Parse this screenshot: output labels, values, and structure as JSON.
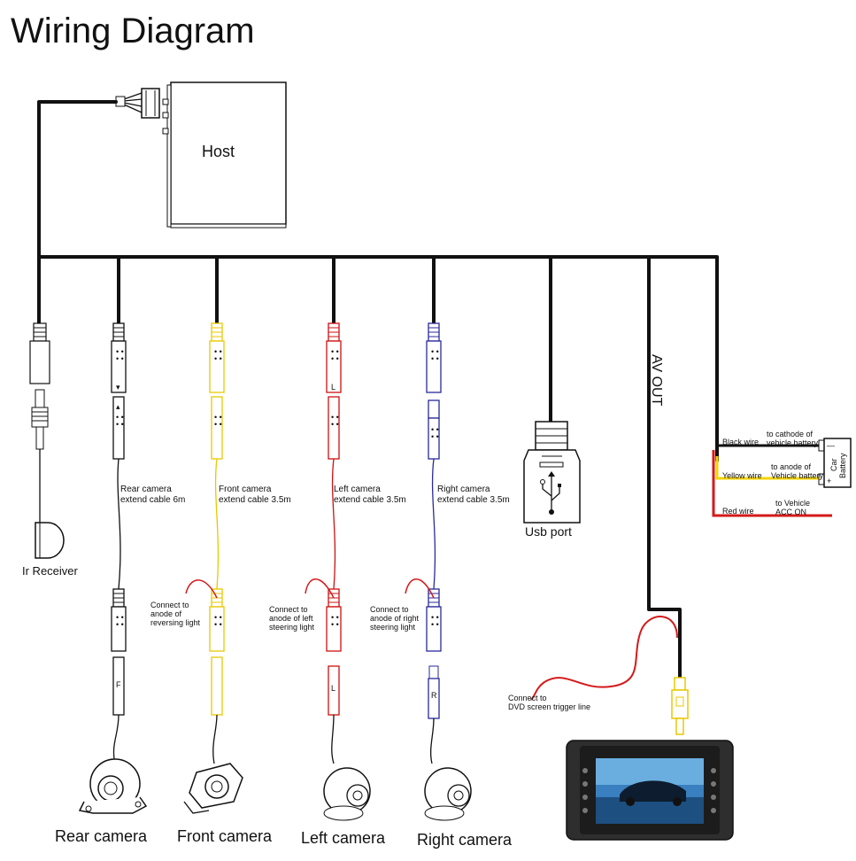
{
  "title": "Wiring Diagram",
  "host": {
    "label": "Host"
  },
  "av_out": "AV OUT",
  "ir_receiver": "Ir Receiver",
  "usb_port": "Usb port",
  "cables": [
    {
      "line1": "Rear camera",
      "line2": "extend cable 6m",
      "plug_letter": "F",
      "color": "#111111"
    },
    {
      "line1": "Front camera",
      "line2": "extend cable 3.5m",
      "plug_letter": "",
      "color": "#e8c800"
    },
    {
      "line1": "Left camera",
      "line2": "extend cable 3.5m",
      "plug_letter": "L",
      "color": "#cc1111"
    },
    {
      "line1": "Right camera",
      "line2": "extend cable 3.5m",
      "plug_letter": "R",
      "color": "#2a2a9a"
    }
  ],
  "notes": {
    "front": [
      "Connect to",
      "anode of",
      "reversing light"
    ],
    "left": [
      "Connect to",
      "anode of left",
      "steering  light"
    ],
    "right": [
      "Connect to",
      "anode of right",
      "steering light"
    ],
    "dvd": [
      "Connect to",
      "DVD screen trigger line"
    ]
  },
  "cameras": [
    "Rear camera",
    "Front camera",
    "Left camera",
    "Right camera"
  ],
  "power": {
    "black_wire": "Black wire",
    "black_note": [
      "to cathode of",
      "vehicle battery"
    ],
    "yellow_wire": "Yellow wire",
    "yellow_note": [
      "to anode of",
      "Vehicle battery"
    ],
    "red_wire": "Red wire",
    "red_note": [
      "to Vehicle",
      "ACC ON"
    ],
    "battery_label": [
      "Car",
      "Battery"
    ],
    "minus": "—",
    "plus": "+"
  },
  "colors": {
    "black": "#111111",
    "yellow": "#f2d400",
    "red": "#d41a1a",
    "blue": "#2a2a9a"
  }
}
